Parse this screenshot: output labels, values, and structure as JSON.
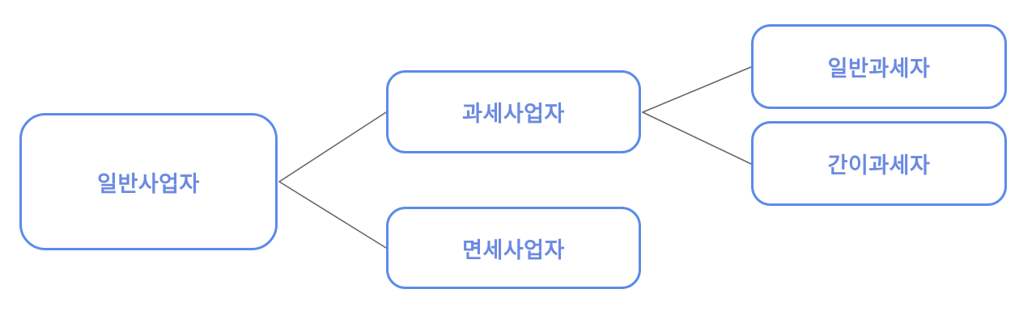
{
  "diagram": {
    "type": "tree",
    "orientation": "left-to-right",
    "background_color": "#ffffff",
    "node_border_color": "#5b8bea",
    "node_fill_color": "#ffffff",
    "node_text_color": "#6b8ae0",
    "connector_color": "#666666",
    "nodes": {
      "root": {
        "label": "일반사업자"
      },
      "taxable": {
        "label": "과세사업자"
      },
      "taxfree": {
        "label": "면세사업자"
      },
      "general_taxpayer": {
        "label": "일반과세자"
      },
      "simplified_taxpayer": {
        "label": "간이과세자"
      }
    },
    "edges": [
      {
        "from": "root",
        "to": "taxable"
      },
      {
        "from": "root",
        "to": "taxfree"
      },
      {
        "from": "taxable",
        "to": "general_taxpayer"
      },
      {
        "from": "taxable",
        "to": "simplified_taxpayer"
      }
    ]
  }
}
